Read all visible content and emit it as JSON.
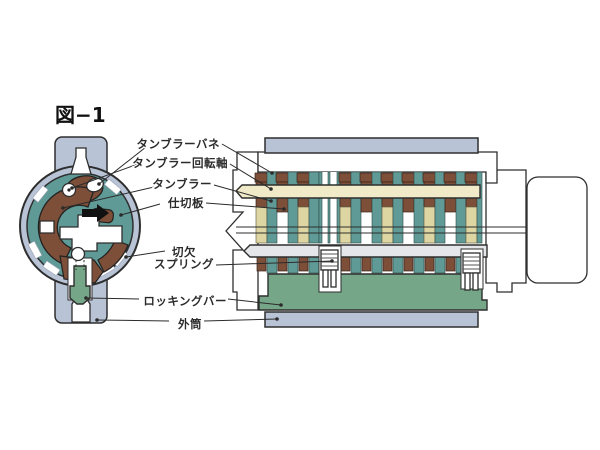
{
  "figure": {
    "title": "図−1"
  },
  "labels": [
    {
      "id": "tumbler-spring",
      "text": "タンブラーバネ"
    },
    {
      "id": "tumbler-shaft",
      "text": "タンブラー回転軸"
    },
    {
      "id": "tumbler",
      "text": "タンブラー"
    },
    {
      "id": "partition-plate",
      "text": "仕切板"
    },
    {
      "id": "notch",
      "text": "切欠"
    },
    {
      "id": "spring",
      "text": "スプリング"
    },
    {
      "id": "locking-bar",
      "text": "ロッキングバー"
    },
    {
      "id": "outer-cylinder",
      "text": "外筒"
    }
  ],
  "colors": {
    "steel": "#b9c3d6",
    "teal": "#5f9a96",
    "brown": "#7d4e38",
    "cream": "#ddd5a2",
    "rod": "#f0eac8",
    "gray": "#e4e6ea",
    "green": "#76a688",
    "outline": "#2e2e2e",
    "label": "#2b2b2b",
    "arrow": "#111111"
  }
}
